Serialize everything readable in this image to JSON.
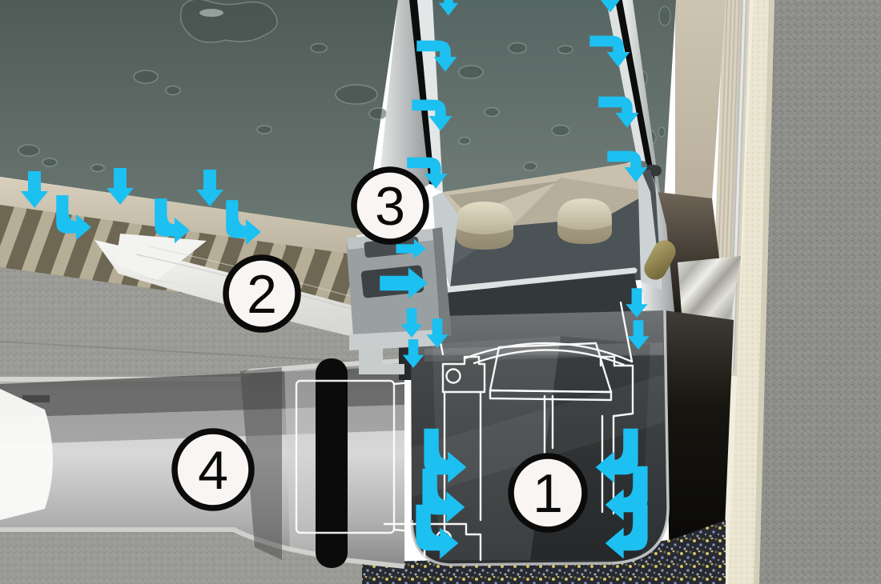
{
  "figure": {
    "type": "technical-cutaway-illustration",
    "subject": "linear shower drain at wall, cross-section with water flow arrows",
    "callouts": [
      {
        "label": "1"
      },
      {
        "label": "2"
      },
      {
        "label": "3"
      },
      {
        "label": "4"
      }
    ],
    "icons": {
      "water_flow_arrow": "cyan arrow showing drainage path",
      "arrow_variants": "straight-down, curved-down, curved-right, curved-left, straight-right"
    },
    "colors": {
      "arrow": "#1CC0F1",
      "callout_fill": "#F8F5F2",
      "callout_stroke": "#0B0B0B",
      "tile": "#5D6965",
      "mortar_bed": "#C8BFAD",
      "thinset_ridges": "#B7AE97",
      "membrane": "#ECECE9",
      "screed": "#9B9B97",
      "pipe": "#BCBCBC",
      "pipe_gasket": "#0B0B0B",
      "drain_body": "#3F4346",
      "wall_board": "#D9D2C0",
      "wall_plaster": "#EAE5D1",
      "wall_concrete": "#8E8F8B",
      "insulation": "#272A31"
    }
  }
}
